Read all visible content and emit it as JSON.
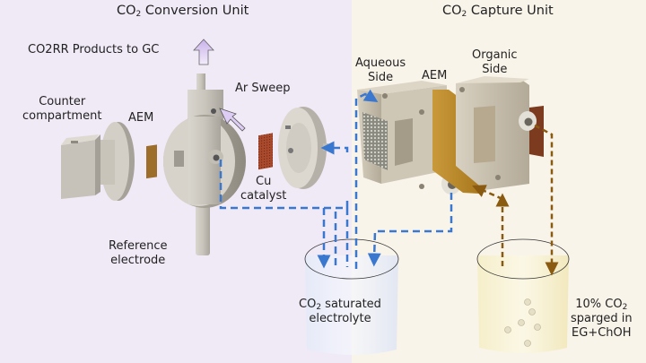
{
  "colors": {
    "conversion_bg": "#f0e9f6",
    "capture_bg": "#f9f4ea",
    "electrolyte_flow": "#3a78d0",
    "organic_flow": "#8a5a10",
    "gas_arrow": "#d9c6ef"
  },
  "conversion_unit": {
    "title_prefix": "CO",
    "title_sub": "2",
    "title_suffix": " Conversion Unit",
    "products_label": "CO2RR Products to GC",
    "ar_sweep_label": "Ar Sweep",
    "counter_label_1": "Counter",
    "counter_label_2": "compartment",
    "aem_label": "AEM",
    "cu_label_1": "Cu",
    "cu_label_2": "catalyst",
    "reference_label_1": "Reference",
    "reference_label_2": "electrode"
  },
  "capture_unit": {
    "title_prefix": "CO",
    "title_sub": "2",
    "title_suffix": " Capture Unit",
    "aqueous_label_1": "Aqueous",
    "aqueous_label_2": "Side",
    "aem_label": "AEM",
    "organic_label_1": "Organic",
    "organic_label_2": "Side"
  },
  "beakers": {
    "electrolyte_prefix": "CO",
    "electrolyte_sub": "2",
    "electrolyte_suffix": " saturated",
    "electrolyte_line2": "electrolyte",
    "organic_line1_prefix": "10% CO",
    "organic_line1_sub": "2",
    "organic_line2": "sparged in",
    "organic_line3": "EG+ChOH"
  },
  "icons": {
    "products_arrow": "up-arrow-icon",
    "ar_sweep_arrow": "diagonal-arrow-icon"
  }
}
